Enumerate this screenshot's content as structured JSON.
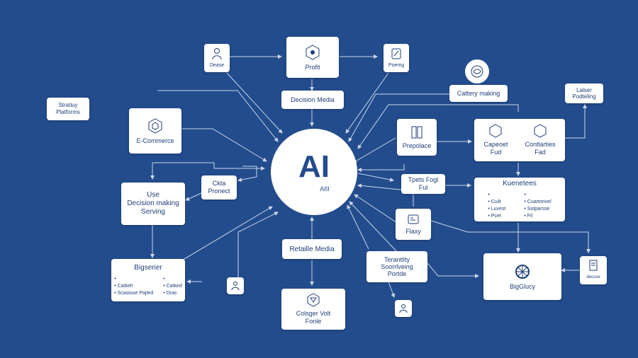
{
  "hub": {
    "title": "AI",
    "subtitle": "AIII"
  },
  "nodes": {
    "dease": "Dease",
    "profit": "Profit",
    "poemg": "Poemg",
    "decision_media": "Decision Media",
    "category_making": "Cattery making",
    "latest_posting": [
      "Lalser",
      "Podteling"
    ],
    "strategy_platforms": [
      "Stratiuy",
      "Platforms"
    ],
    "ecommerce": "E-Commerce",
    "data_product": [
      "Ckta",
      "Pronect"
    ],
    "decision_box": [
      "Use",
      "Decision making",
      "Serving"
    ],
    "biginterior": {
      "title": "Bigserier",
      "col1": [
        "Catkeh",
        "Scasioue Pajted"
      ],
      "col2": [
        "Catked",
        "Dras"
      ]
    },
    "presence": "Prepolace",
    "compost": [
      "Capeoet",
      "Fud"
    ],
    "contacts": [
      "Contlarties",
      "Fad"
    ],
    "tools_pool": [
      "Tpets Fogl",
      "Ful"
    ],
    "kubernetes": {
      "title": "Kuenetees",
      "col1": [
        "Cuilt",
        "Luvest",
        "Pcet"
      ],
      "col2": [
        "Cuartorivel",
        "Sotparsse",
        "Fil"
      ]
    },
    "proxy": "Flaxy",
    "retail_media": "Retaille Media",
    "terminal": [
      "Terantlity",
      "Soorrlveing",
      "Portde"
    ],
    "collage": [
      "Colsger Volt",
      "Fonle"
    ],
    "bigquery": "BigGlucy",
    "docs": "decuse"
  },
  "colors": {
    "background": "#234c8c",
    "node": "#ffffff",
    "text": "#1f3f78",
    "wire": "#c9d6ee"
  }
}
